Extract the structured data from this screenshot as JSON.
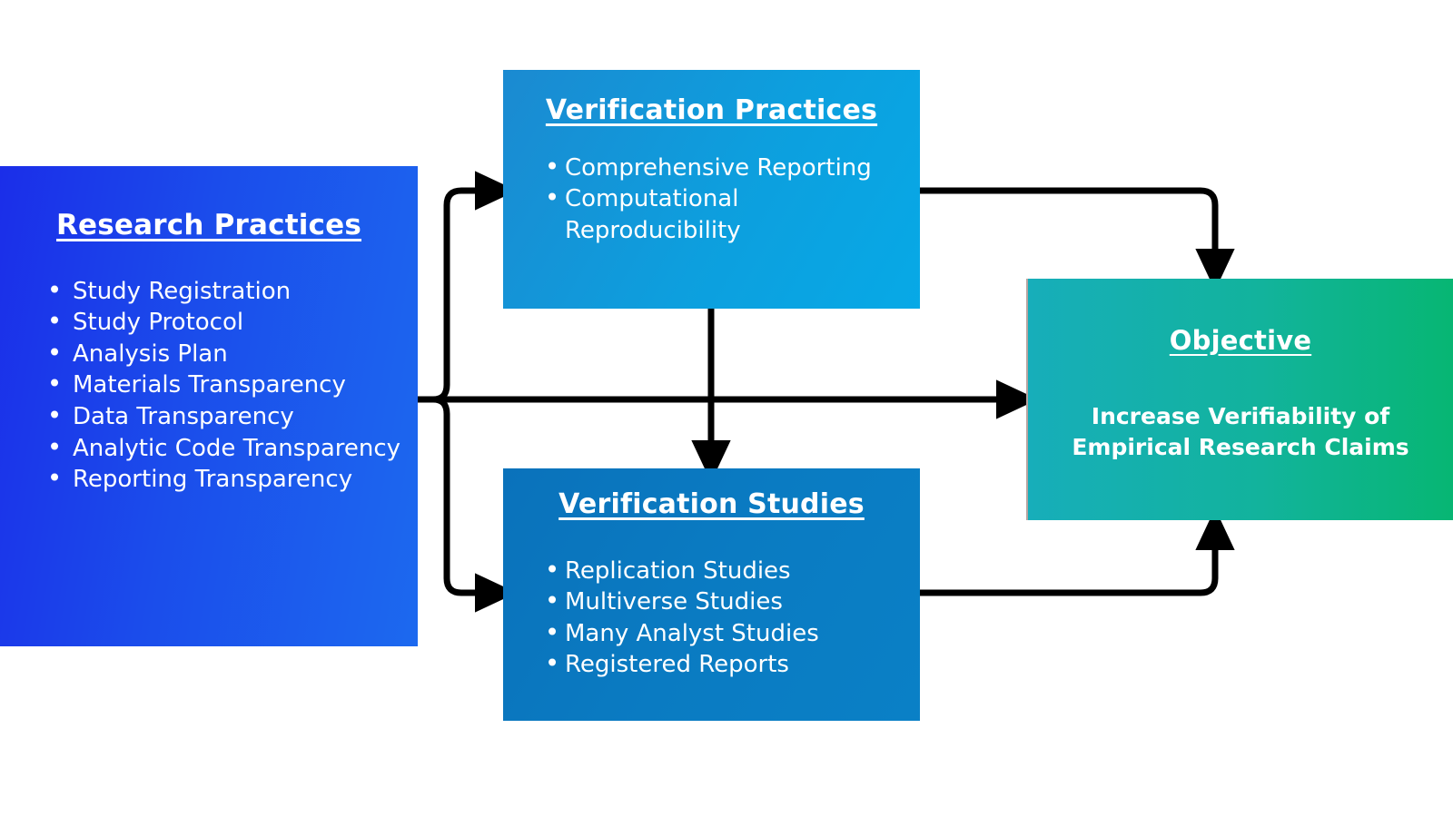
{
  "diagram": {
    "title_text": "Research verification framework flow diagram",
    "background": "#ffffff",
    "colors": {
      "research_practices_start": "#1B2EE9",
      "research_practices_end": "#1C69EF",
      "verification_practices_start": "#1B8AD1",
      "verification_practices_end": "#07A9E6",
      "verification_studies_start": "#0A72BB",
      "verification_studies_end": "#0A80C6",
      "objective_start": "#17AEBA",
      "objective_end": "#07B673",
      "connector": "#000000",
      "text": "#ffffff"
    }
  },
  "nodes": {
    "research_practices": {
      "title": "Research Practices",
      "items": [
        "Study Registration",
        "Study Protocol",
        "Analysis Plan",
        "Materials Transparency",
        "Data Transparency",
        "Analytic Code Transparency",
        "Reporting Transparency"
      ]
    },
    "verification_practices": {
      "title": "Verification Practices",
      "items": [
        "Comprehensive Reporting",
        "Computational Reproducibility"
      ]
    },
    "verification_studies": {
      "title": "Verification Studies",
      "items": [
        "Replication Studies",
        "Multiverse Studies",
        "Many Analyst Studies",
        "Registered Reports"
      ]
    },
    "objective": {
      "title": "Objective",
      "statement": "Increase Verifiability  of Empirical Research Claims"
    }
  },
  "connectors": [
    {
      "name": "research-to-verification-practices",
      "from": "research_practices",
      "to": "verification_practices"
    },
    {
      "name": "research-to-objective",
      "from": "research_practices",
      "to": "objective"
    },
    {
      "name": "research-to-verification-studies",
      "from": "research_practices",
      "to": "verification_studies"
    },
    {
      "name": "verification-practices-to-verification-studies",
      "from": "verification_practices",
      "to": "verification_studies"
    },
    {
      "name": "verification-practices-to-objective",
      "from": "verification_practices",
      "to": "objective"
    },
    {
      "name": "verification-studies-to-objective",
      "from": "verification_studies",
      "to": "objective"
    }
  ]
}
